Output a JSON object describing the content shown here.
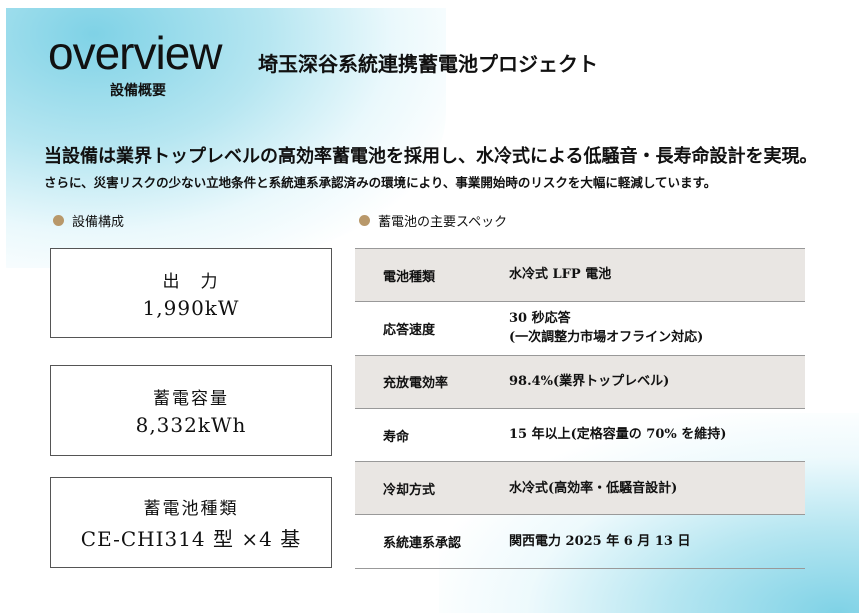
{
  "header": {
    "logo": "overview",
    "subtitle": "設備概要",
    "title": "埼玉深谷系統連携蓄電池プロジェクト"
  },
  "lead": {
    "line1": "当設備は業界トップレベルの高効率蓄電池を採用し、水冷式による低騒音・長寿命設計を実現。",
    "line2": "さらに、災害リスクの少ない立地条件と系統連系承認済みの環境により、事業開始時のリスクを大幅に軽減しています。"
  },
  "config": {
    "heading": "設備構成",
    "items": [
      {
        "label": "出　力",
        "value": "1,990kW"
      },
      {
        "label": "蓄電容量",
        "value": "8,332kWh"
      },
      {
        "label": "蓄電池種類",
        "value": "CE-CHI314 型 ×4 基"
      }
    ]
  },
  "specs": {
    "heading": "蓄電池の主要スペック",
    "rows": [
      {
        "key": "電池種類",
        "value": "水冷式 LFP 電池"
      },
      {
        "key": "応答速度",
        "value": "30 秒応答",
        "value2": "(一次調整力市場オフライン対応)"
      },
      {
        "key": "充放電効率",
        "value": "98.4%(業界トップレベル)"
      },
      {
        "key": "寿命",
        "value": "15 年以上(定格容量の 70% を維持)"
      },
      {
        "key": "冷却方式",
        "value": "水冷式(高効率・低騒音設計)"
      },
      {
        "key": "系統連系承認",
        "value": "関西電力 2025 年 6 月 13 日"
      }
    ]
  },
  "colors": {
    "bullet": "#b8986a",
    "accent": "#7fd2e6",
    "row_gray": "#e9e6e3"
  }
}
